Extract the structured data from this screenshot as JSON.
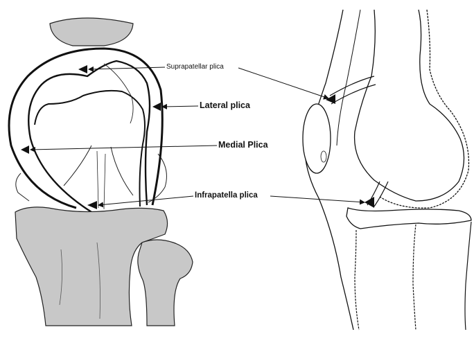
{
  "labels": {
    "suprapatellar": "Suprapatellar plica",
    "lateral": "Lateral plica",
    "medial": "Medial Plica",
    "infrapatella": "Infrapatella plica"
  },
  "colors": {
    "bone_fill": "#c8c8c8",
    "line": "#111111",
    "background": "#ffffff"
  }
}
